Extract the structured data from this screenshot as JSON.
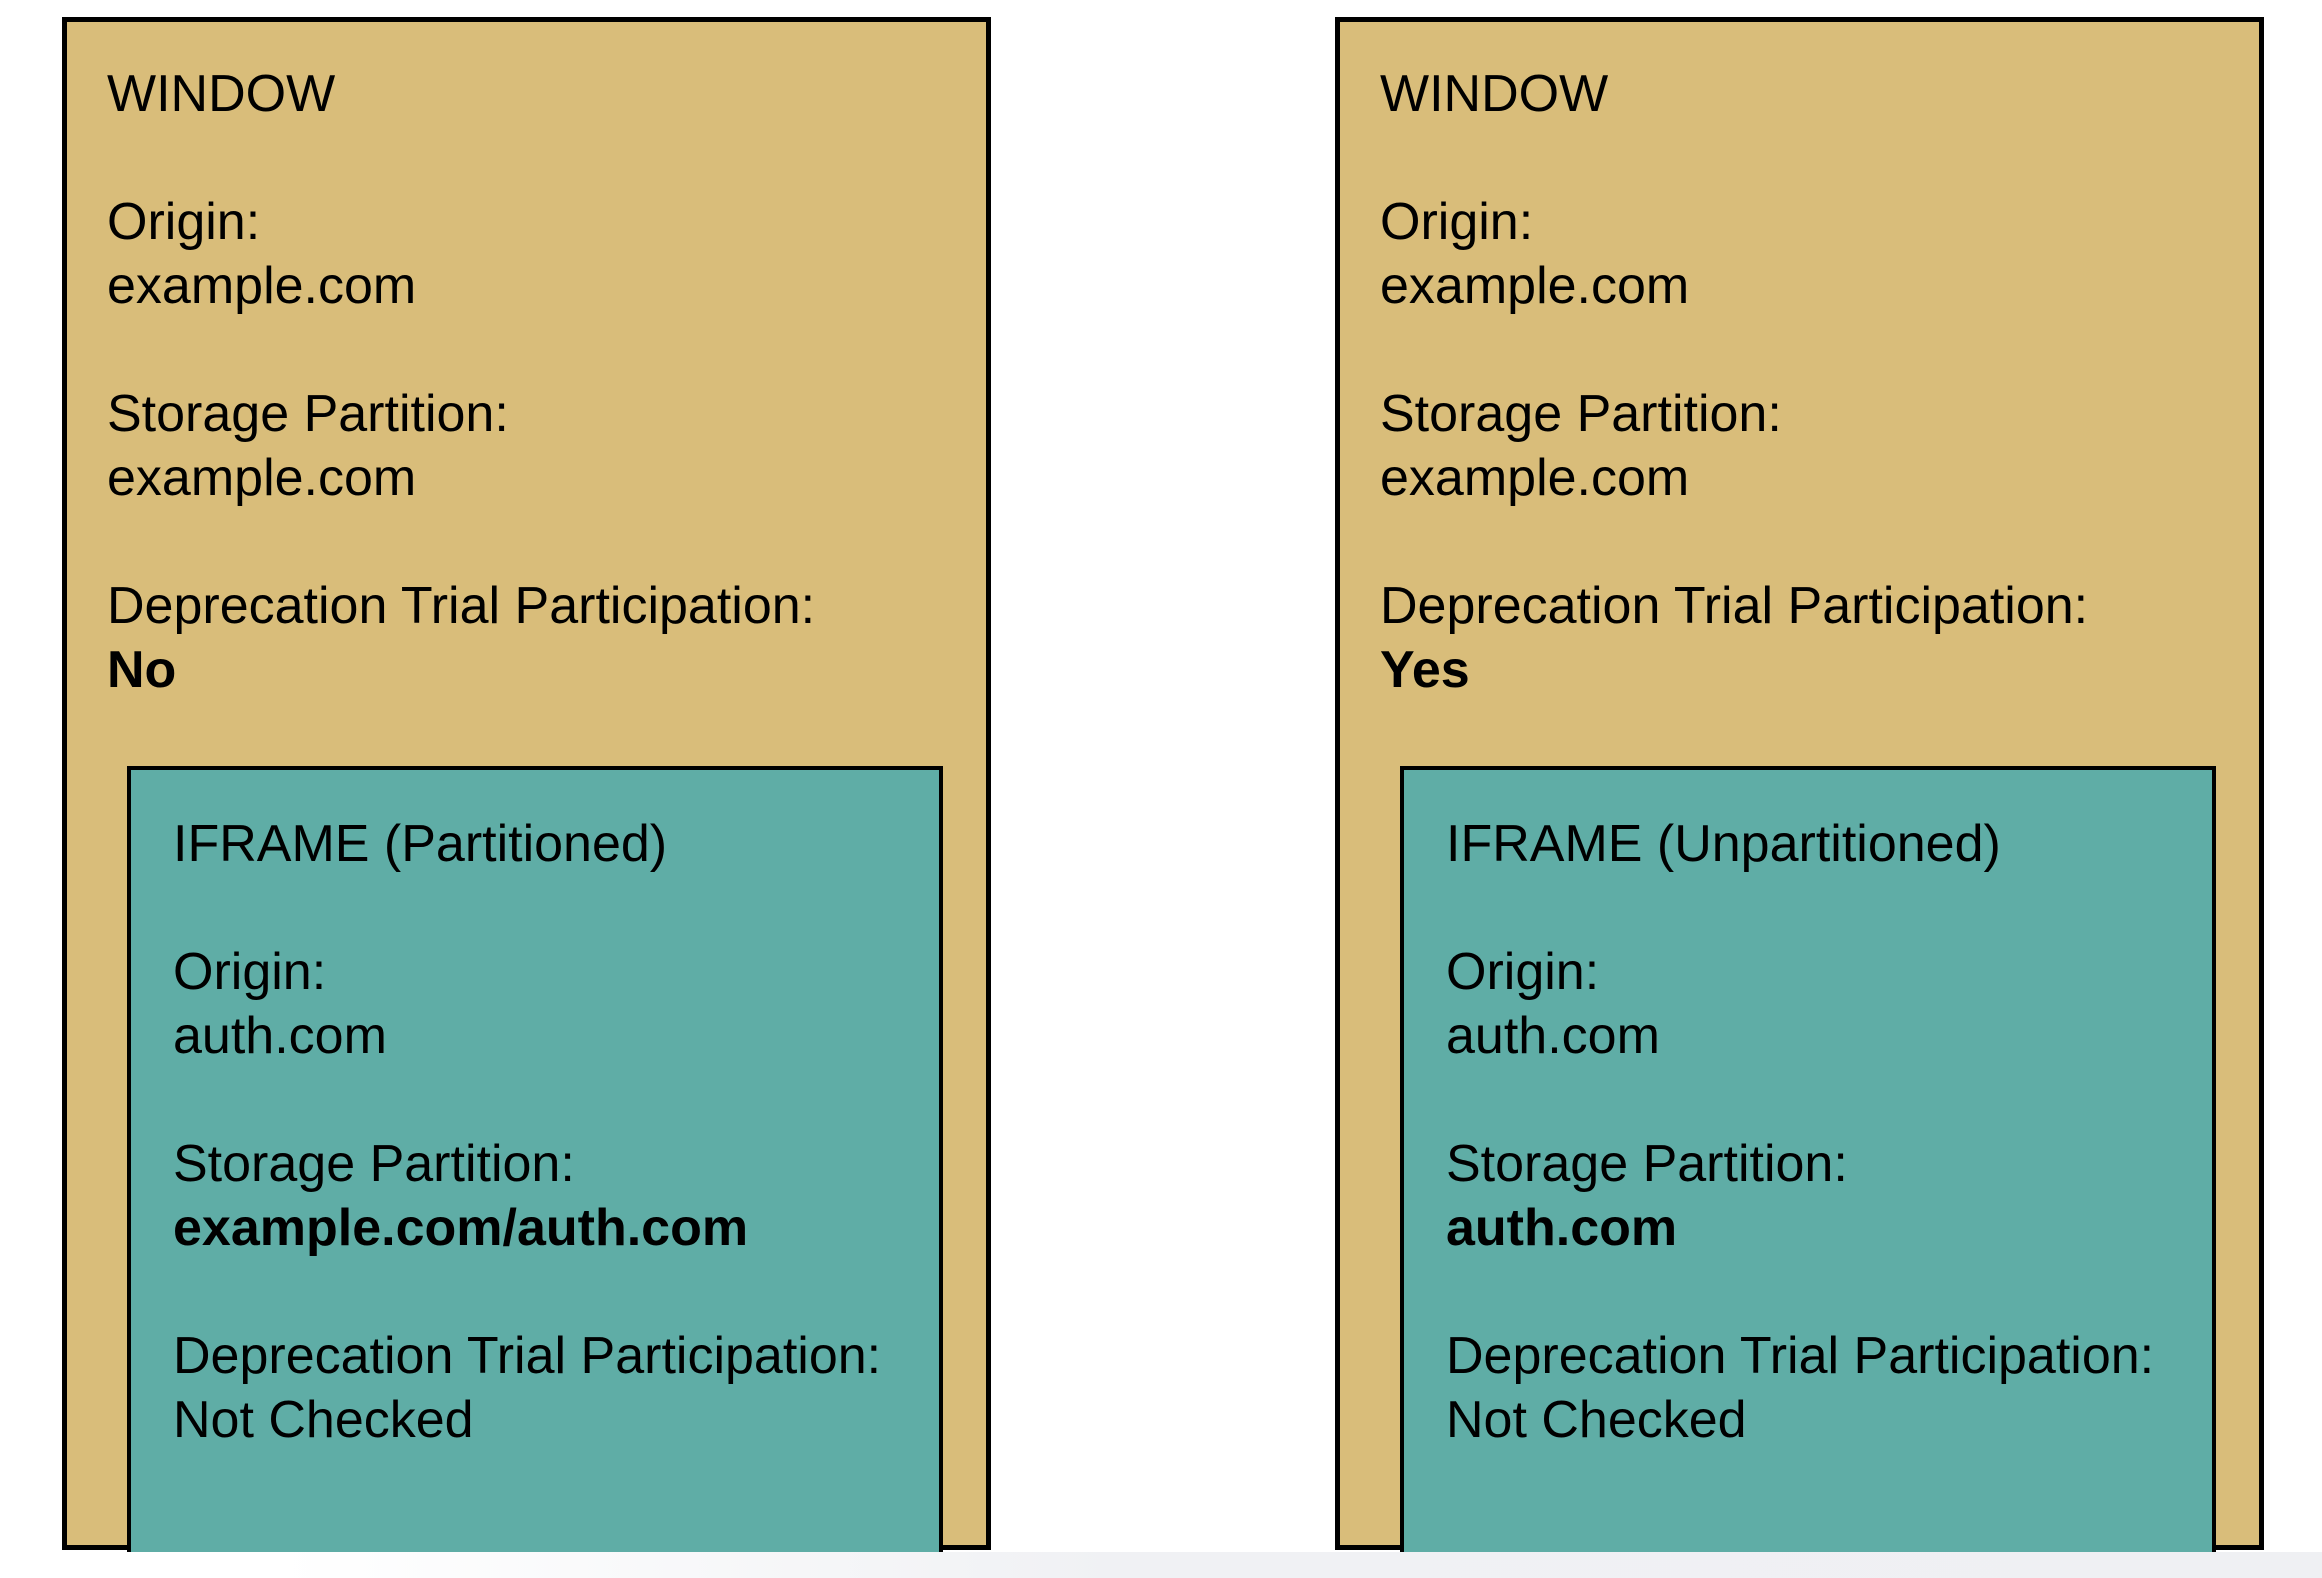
{
  "colors": {
    "window_bg": "#d9bd7a",
    "iframe_bg": "#5fada6",
    "border": "#000000",
    "text": "#000000"
  },
  "panels": [
    {
      "window_title": "WINDOW",
      "origin_label": "Origin:",
      "origin_value": "example.com",
      "storage_label": "Storage Partition:",
      "storage_value": "example.com",
      "trial_label": "Deprecation Trial Participation:",
      "trial_value": "No",
      "iframe": {
        "title": "IFRAME (Partitioned)",
        "origin_label": "Origin:",
        "origin_value": "auth.com",
        "storage_label": "Storage Partition:",
        "storage_value": "example.com/auth.com",
        "trial_label": "Deprecation Trial Participation:",
        "trial_value": "Not Checked"
      }
    },
    {
      "window_title": "WINDOW",
      "origin_label": "Origin:",
      "origin_value": "example.com",
      "storage_label": "Storage Partition:",
      "storage_value": "example.com",
      "trial_label": "Deprecation Trial Participation:",
      "trial_value": "Yes",
      "iframe": {
        "title": "IFRAME (Unpartitioned)",
        "origin_label": "Origin:",
        "origin_value": "auth.com",
        "storage_label": "Storage Partition:",
        "storage_value": "auth.com",
        "trial_label": "Deprecation Trial Participation:",
        "trial_value": "Not Checked"
      }
    }
  ]
}
